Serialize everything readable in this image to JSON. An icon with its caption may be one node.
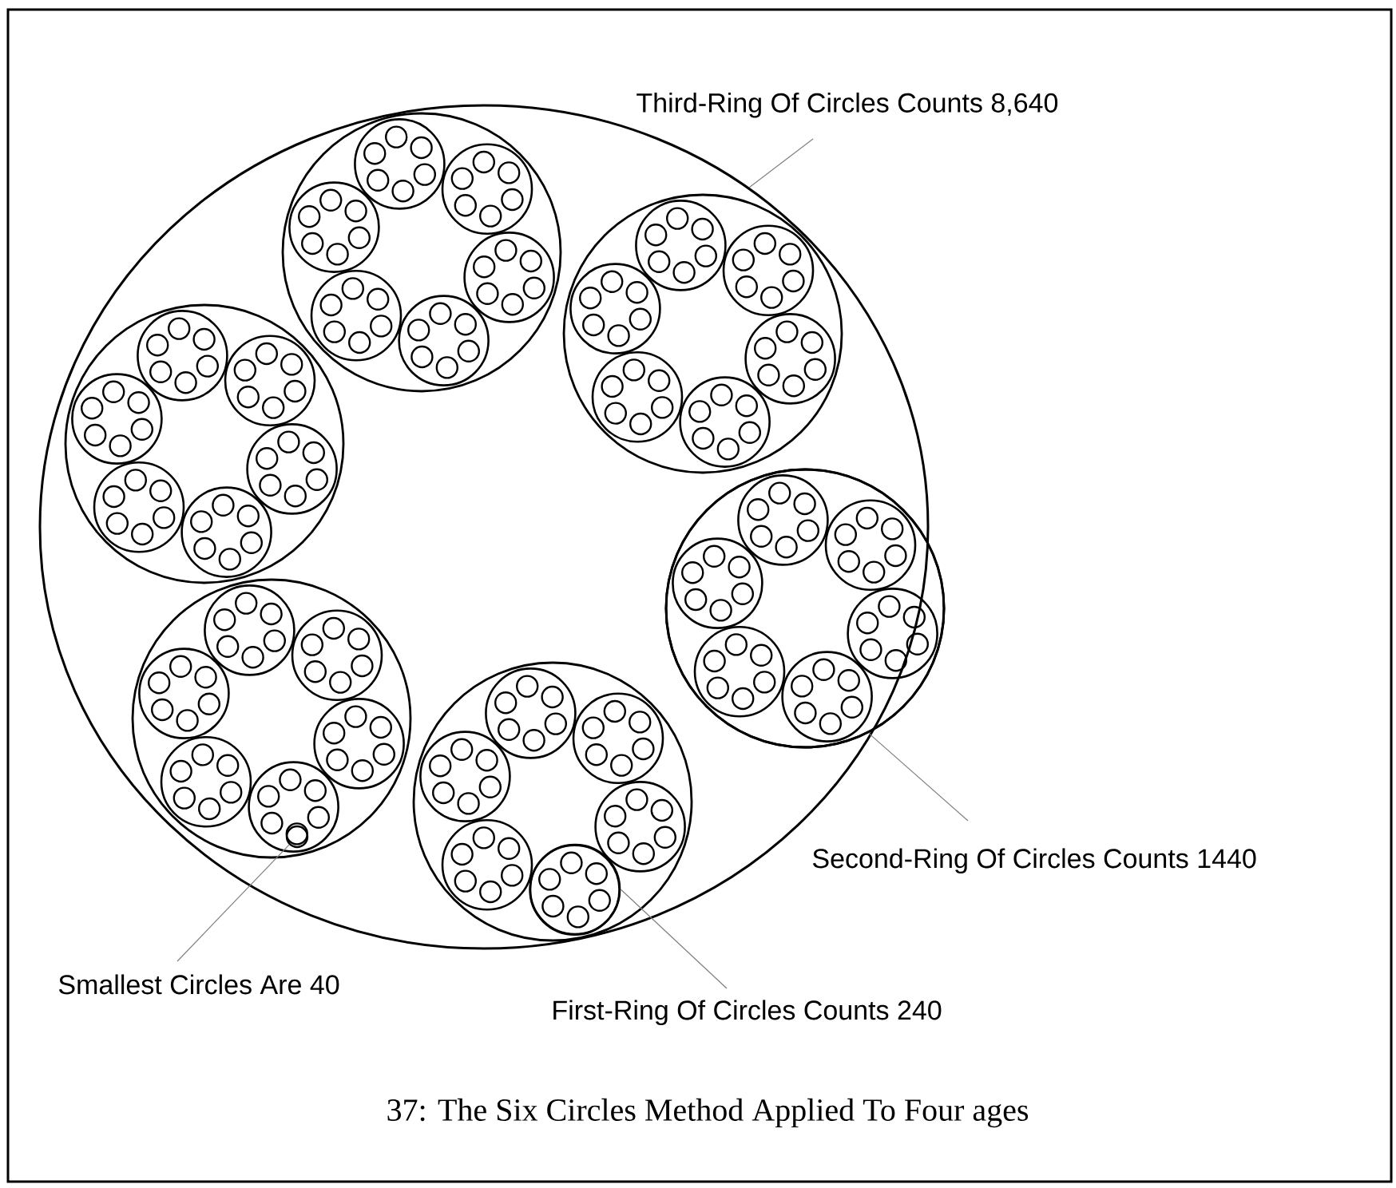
{
  "diagram": {
    "caption": "37:  The Six Circles Method Applied To Four ages",
    "nodes": [
      {
        "text": [
          "Third-Ring Of Circles Counts 8,640"
        ]
      },
      {
        "text": [
          "Second-Ring Of Circles Counts 1440"
        ]
      },
      {
        "text": [
          "First-Ring Of Circles Counts 240"
        ]
      },
      {
        "text": [
          "Smallest Circles Are 40"
        ]
      },
      {
        "text": [],
        "shape": "circle"
      },
      {
        "text": [],
        "shape": "circle",
        "in": 4
      },
      {
        "text": [],
        "shape": "circle",
        "in": 4
      },
      {
        "text": [],
        "shape": "circle",
        "in": 4
      }
    ],
    "edges": [
      {
        "from": 0,
        "to": 4,
        "arrow": "none"
      },
      {
        "from": 1,
        "to": 5,
        "arrow": "none"
      },
      {
        "from": 2,
        "to": 6,
        "arrow": "none"
      },
      {
        "from": 3,
        "to": 7,
        "arrow": "none"
      }
    ]
  }
}
